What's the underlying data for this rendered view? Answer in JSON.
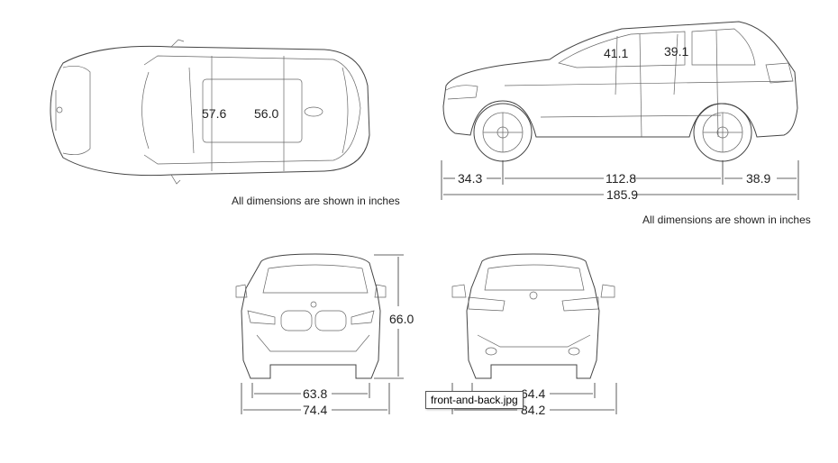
{
  "top_view": {
    "dim_front_row": "57.6",
    "dim_rear_row": "56.0",
    "note": "All dimensions are shown in inches"
  },
  "side_view": {
    "headroom_front": "41.1",
    "headroom_rear": "39.1",
    "front_overhang": "34.3",
    "wheelbase": "112.8",
    "rear_overhang": "38.9",
    "overall_length": "185.9",
    "note": "All dimensions are shown in inches"
  },
  "front_view": {
    "height": "66.0",
    "track": "63.8",
    "width": "74.4"
  },
  "rear_view": {
    "track": "64.4",
    "width": "84.2"
  },
  "tooltip": {
    "filename": "front-and-back.jpg"
  }
}
